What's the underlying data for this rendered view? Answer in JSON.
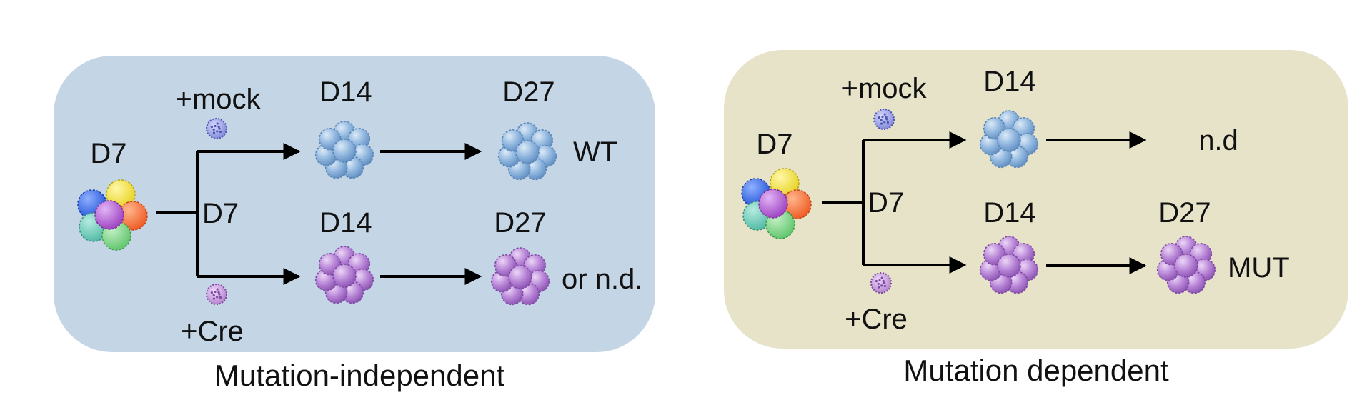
{
  "panels": [
    {
      "caption": "Mutation-independent",
      "start_day": "D7",
      "branch_day": "D7",
      "top_treatment": "+mock",
      "bottom_treatment": "+Cre",
      "top_mid_day": "D14",
      "top_end_day": "D27",
      "top_result": "WT",
      "bottom_mid_day": "D14",
      "bottom_end_day": "D27",
      "bottom_result": "or n.d."
    },
    {
      "caption": "Mutation dependent",
      "start_day": "D7",
      "branch_day": "D7",
      "top_treatment": "+mock",
      "bottom_treatment": "+Cre",
      "top_mid_day": "D14",
      "top_result": "n.d",
      "bottom_mid_day": "D14",
      "bottom_end_day": "D27",
      "bottom_result": "MUT"
    }
  ],
  "colors": {
    "panel_left_bg": "#c4d5e5",
    "panel_right_bg": "#e6e3c8",
    "wt_cell": "#8fb6de",
    "mut_cell": "#b784d6",
    "mock_virus": "#7d84d6",
    "cre_virus": "#b07fc8",
    "mixed_cells": [
      "#1e50d6",
      "#e6d21e",
      "#ee5a22",
      "#5ec46a",
      "#4fb8a3",
      "#9c3fc0"
    ]
  }
}
